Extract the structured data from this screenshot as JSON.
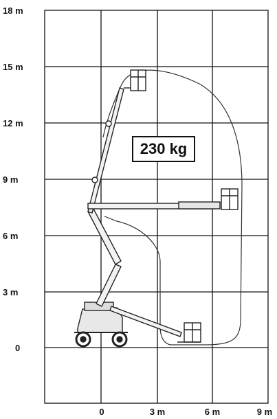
{
  "y_axis_labels": [
    "18 m",
    "15 m",
    "12 m",
    "9 m",
    "6 m",
    "3 m",
    "0"
  ],
  "x_axis_labels": [
    "0",
    "3 m",
    "6 m",
    "9 m"
  ],
  "load_label": "230 kg",
  "colors": {
    "grid": "#111111",
    "envelope": "#333333",
    "machine": "#222222",
    "body": "#e8e8e8"
  },
  "icons": [
    "boom-lift-icon",
    "platform-basket-icon",
    "wheel-icon"
  ]
}
